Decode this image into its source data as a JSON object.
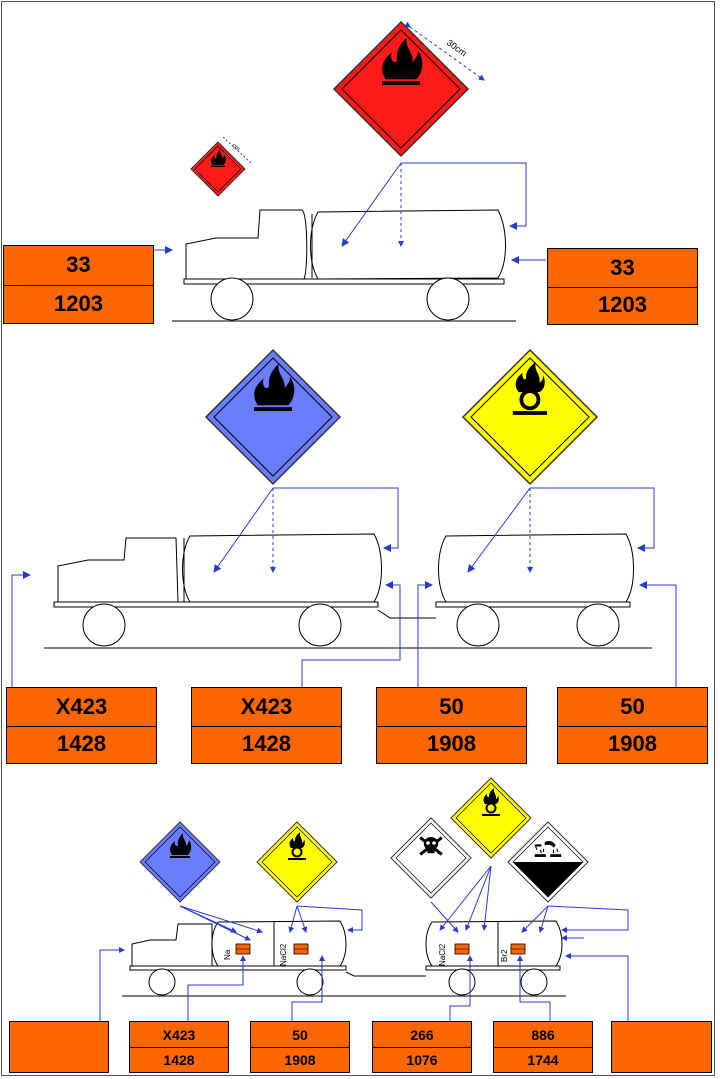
{
  "dimensions": {
    "large_sign": "30cm",
    "small_sign": "cm"
  },
  "section1": {
    "plate_left": {
      "hazard": "33",
      "un": "1203"
    },
    "plate_right": {
      "hazard": "33",
      "un": "1203"
    }
  },
  "section2": {
    "plate_1": {
      "hazard": "X423",
      "un": "1428"
    },
    "plate_2": {
      "hazard": "X423",
      "un": "1428"
    },
    "plate_3": {
      "hazard": "50",
      "un": "1908"
    },
    "plate_4": {
      "hazard": "50",
      "un": "1908"
    }
  },
  "section3": {
    "compartments": [
      "Na",
      "NaCl2",
      "NaCl2",
      "Br2"
    ],
    "plate_1": {
      "hazard": "X423",
      "un": "1428"
    },
    "plate_2": {
      "hazard": "50",
      "un": "1908"
    },
    "plate_3": {
      "hazard": "266",
      "un": "1076"
    },
    "plate_4": {
      "hazard": "886",
      "un": "1744"
    }
  },
  "colors": {
    "flammable": "#ff1a1a",
    "water_reactive": "#6b7dff",
    "oxidizer": "#ffff00",
    "toxic": "#ffffff",
    "corrosive": "#000000",
    "plate": "#ff6600",
    "arrow": "#2a3bd1"
  }
}
